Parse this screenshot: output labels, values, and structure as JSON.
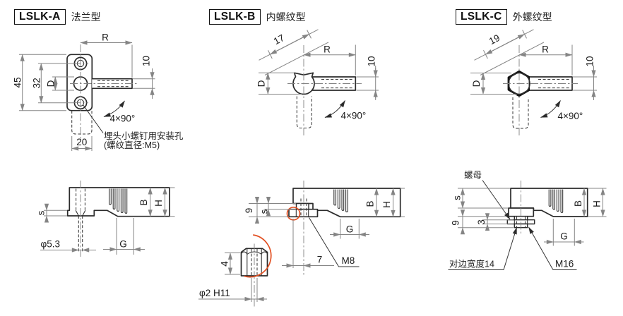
{
  "colors": {
    "line": "#2b2b2b",
    "dimension": "#858585",
    "highlight_red": "#e25022"
  },
  "panels": [
    {
      "model": "LSLK-A",
      "type_name": "法兰型",
      "top": {
        "R": "R",
        "d10": "10",
        "h45": "45",
        "p32": "32",
        "D": "D",
        "w20": "20",
        "rot": "4×90°",
        "note1": "埋头小螺钉用安装孔",
        "note2": "(螺纹直径:M5)"
      },
      "side": {
        "s": "s",
        "hole": "φ5.3",
        "G": "G",
        "B": "B",
        "H": "H"
      }
    },
    {
      "model": "LSLK-B",
      "type_name": "内螺纹型",
      "top": {
        "af": "17",
        "R": "R",
        "d10": "10",
        "D": "D",
        "rot": "4×90°"
      },
      "side": {
        "n9": "9",
        "s": "s",
        "B": "B",
        "H": "H",
        "G": "G",
        "n7": "7",
        "thread": "M8"
      },
      "detail": {
        "n4": "4",
        "hole": "φ2 H11"
      }
    },
    {
      "model": "LSLK-C",
      "type_name": "外螺纹型",
      "top": {
        "af": "19",
        "R": "R",
        "d10": "10",
        "D": "D",
        "rot": "4×90°"
      },
      "side": {
        "nut": "螺母",
        "s": "s",
        "n9": "9",
        "n3": "3",
        "B": "B",
        "H": "H",
        "G": "G",
        "af_width": "对边宽度14",
        "thread": "M16"
      }
    }
  ]
}
